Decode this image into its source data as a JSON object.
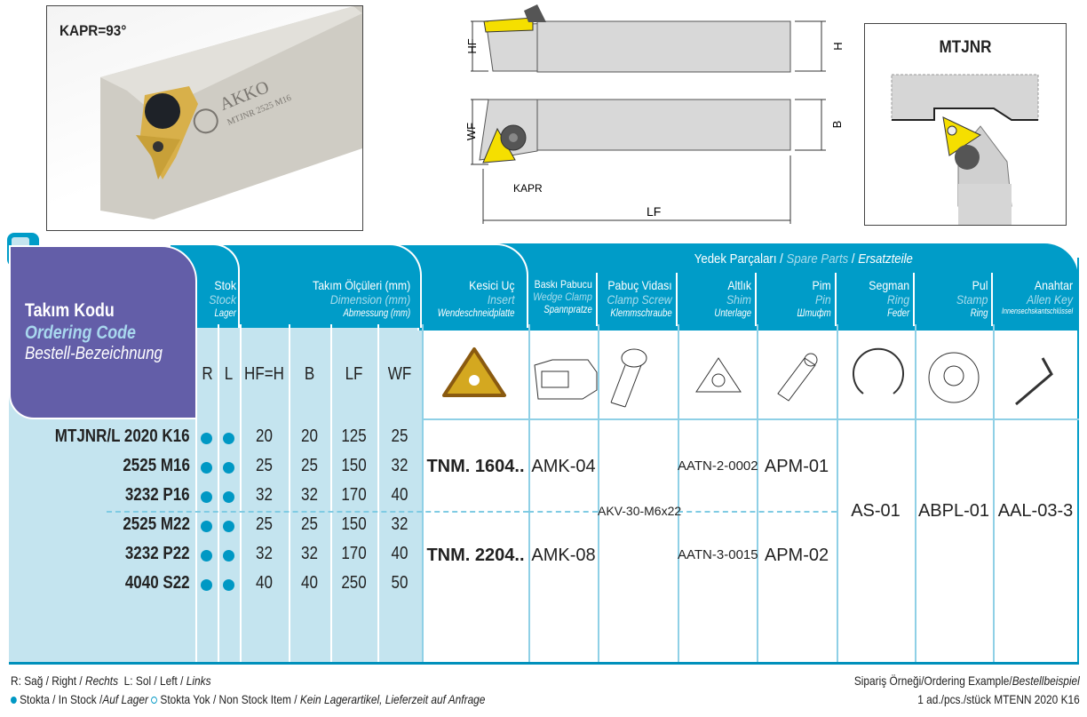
{
  "photo": {
    "kapr_label": "KAPR=93°",
    "brand": "AKKO",
    "engraving": "MTJNR 2525 M16"
  },
  "drawing": {
    "hf": "HF",
    "h": "H",
    "wf": "WF",
    "b": "B",
    "kapr": "KAPR",
    "lf": "LF"
  },
  "schematic": {
    "title": "MTJNR"
  },
  "header": {
    "ordering": {
      "tr": "Takım Kodu",
      "en": "Ordering Code",
      "de": "Bestell-Bezeichnung"
    },
    "stock": {
      "tr": "Stok",
      "en": "Stock",
      "de": "Lager",
      "r": "R",
      "l": "L"
    },
    "dimension": {
      "tr": "Takım Ölçüleri (mm)",
      "en": "Dimension (mm)",
      "de": "Abmessung (mm)",
      "cols": [
        "HF=H",
        "B",
        "LF",
        "WF"
      ]
    },
    "insert": {
      "tr": "Kesici Uç",
      "en": "Insert",
      "de": "Wendeschneidplatte"
    },
    "spare": {
      "tr": "Yedek Parçaları",
      "en": "Spare Parts",
      "de": "Ersatzteile",
      "sep": "/",
      "cols": [
        {
          "tr": "Baskı Pabucu",
          "en": "Wedge Clamp",
          "de": "Spannpratze"
        },
        {
          "tr": "Pabuç Vidası",
          "en": "Clamp Screw",
          "de": "Klemmschraube"
        },
        {
          "tr": "Altlık",
          "en": "Shim",
          "de": "Unterlage"
        },
        {
          "tr": "Pim",
          "en": "Pin",
          "de": "Штифт"
        },
        {
          "tr": "Segman",
          "en": "Ring",
          "de": "Feder"
        },
        {
          "tr": "Pul",
          "en": "Stamp",
          "de": "Ring"
        },
        {
          "tr": "Anahtar",
          "en": "Allen Key",
          "de": "Innensechskantschlüssel"
        }
      ]
    }
  },
  "rows": [
    {
      "code": "MTJNR/L  2020 K16",
      "hf": "20",
      "b": "20",
      "lf": "125",
      "wf": "25"
    },
    {
      "code": "2525 M16",
      "hf": "25",
      "b": "25",
      "lf": "150",
      "wf": "32"
    },
    {
      "code": "3232 P16",
      "hf": "32",
      "b": "32",
      "lf": "170",
      "wf": "40"
    },
    {
      "code": "2525 M22",
      "hf": "25",
      "b": "25",
      "lf": "150",
      "wf": "32"
    },
    {
      "code": "3232 P22",
      "hf": "32",
      "b": "32",
      "lf": "170",
      "wf": "40"
    },
    {
      "code": "4040 S22",
      "hf": "40",
      "b": "40",
      "lf": "250",
      "wf": "50"
    }
  ],
  "groups": [
    {
      "insert": "TNM. 1604..",
      "clamp": "AMK-04",
      "shim": "AATN-2-0002",
      "pin": "APM-01"
    },
    {
      "insert": "TNM. 2204..",
      "clamp": "AMK-08",
      "shim": "AATN-3-0015",
      "pin": "APM-02"
    }
  ],
  "shared": {
    "screw": "AKV-30-M6x22",
    "ring": "AS-01",
    "stamp": "ABPL-01",
    "key": "AAL-03-3"
  },
  "footer": {
    "legend1_a": "R: Sağ / Right / ",
    "legend1_b": "Rechts",
    "legend1_c": "  L: Sol / Left / ",
    "legend1_d": "Links",
    "legend2_a": "Stokta / In Stock /",
    "legend2_b": "Auf Lager",
    "legend2_c": "Stokta Yok / Non Stock Item / ",
    "legend2_d": "Kein Lagerartikel, Lieferzeit auf Anfrage",
    "example_label": "Sipariş Örneği/Ordering Example/",
    "example_label_de": "Bestellbeispiel",
    "example": "1 ad./pcs./stück MTENN 2020 K16"
  },
  "colors": {
    "header": "#009cc8",
    "light": "#c4e4ef",
    "purple": "#635ea8",
    "dot": "#0098c4"
  }
}
